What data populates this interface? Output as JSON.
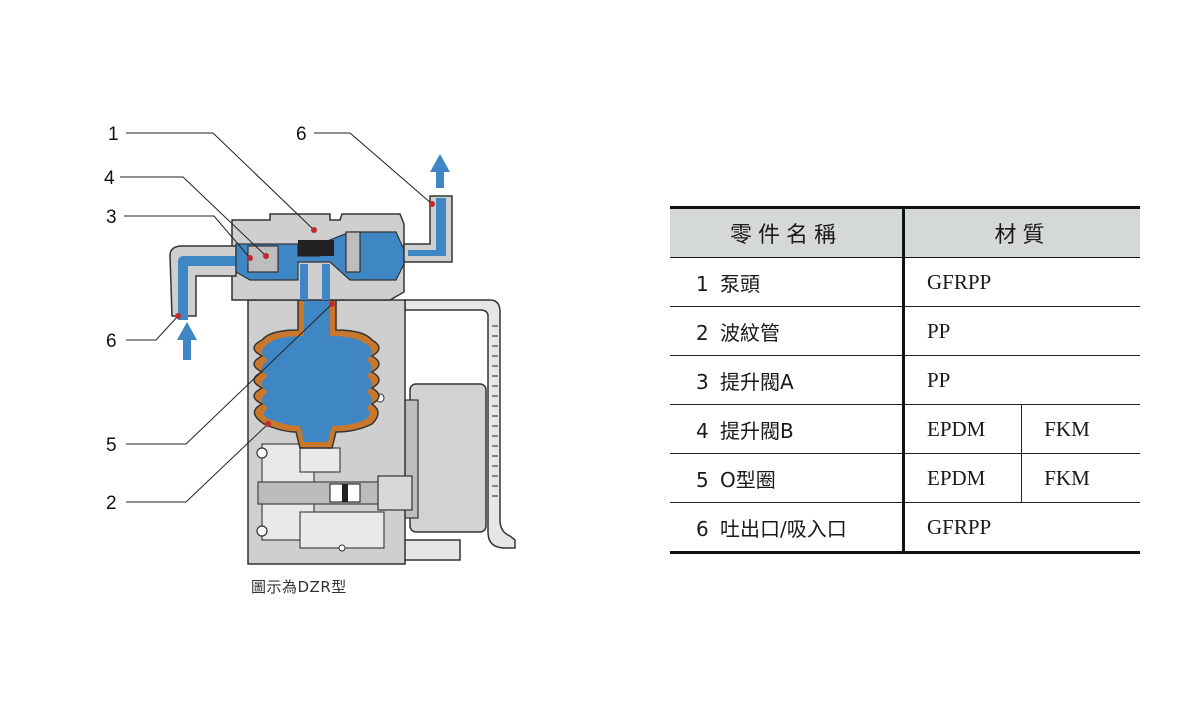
{
  "diagram": {
    "callouts": [
      {
        "num": "1"
      },
      {
        "num": "6"
      },
      {
        "num": "4"
      },
      {
        "num": "3"
      },
      {
        "num": "6"
      },
      {
        "num": "5"
      },
      {
        "num": "2"
      }
    ],
    "caption": "圖示為DZR型",
    "colors": {
      "fluid": "#3f86c4",
      "body": "#cbcbcb",
      "outline": "#333333",
      "bellows": "#c9772d",
      "arrow": "#3f86c4",
      "marker": "#c0282c"
    }
  },
  "table": {
    "headers": {
      "name": "零件名稱",
      "material": "材質"
    },
    "rows": [
      {
        "num": "1",
        "name": "泵頭",
        "materials": [
          "GFRPP"
        ]
      },
      {
        "num": "2",
        "name": "波紋管",
        "materials": [
          "PP"
        ]
      },
      {
        "num": "3",
        "name": "提升閥A",
        "materials": [
          "PP"
        ]
      },
      {
        "num": "4",
        "name": "提升閥B",
        "materials": [
          "EPDM",
          "FKM"
        ]
      },
      {
        "num": "5",
        "name": "O型圈",
        "materials": [
          "EPDM",
          "FKM"
        ]
      },
      {
        "num": "6",
        "name": "吐出口/吸入口",
        "materials": [
          "GFRPP"
        ]
      }
    ]
  }
}
